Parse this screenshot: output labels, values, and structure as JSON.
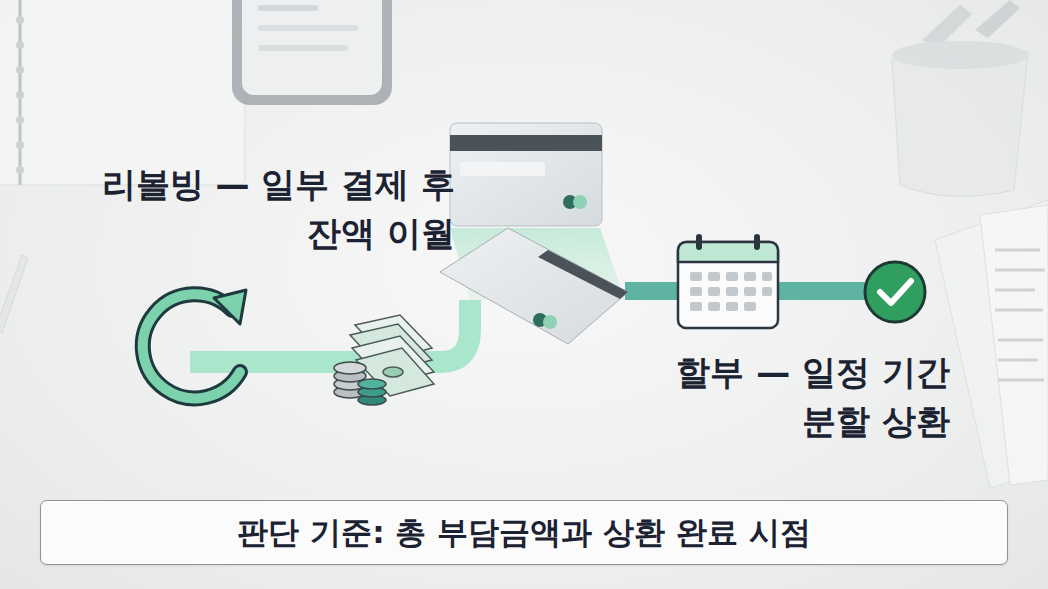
{
  "diagram": {
    "nodes": [
      {
        "text": [
          "판단 기준: 총 부담금액과 상환 완료 시점"
        ]
      }
    ],
    "labels": [
      "리볼빙 — 일부 결제 후 잔액 이월",
      "할부 — 일정 기간 분할 상환"
    ]
  }
}
